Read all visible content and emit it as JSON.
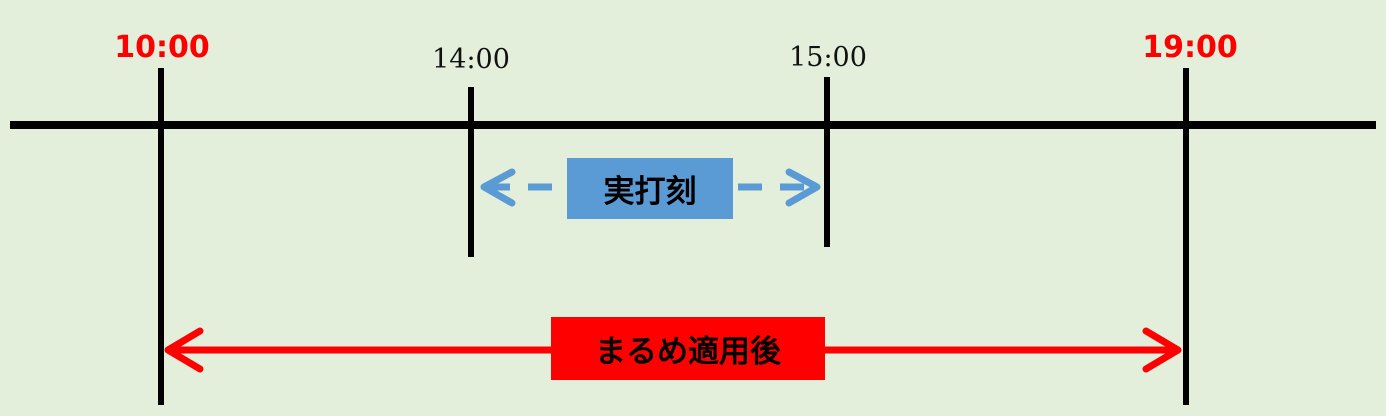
{
  "timeline": {
    "labels": [
      {
        "text": "10:00",
        "style": "strong"
      },
      {
        "text": "14:00",
        "style": "plain"
      },
      {
        "text": "15:00",
        "style": "plain"
      },
      {
        "text": "19:00",
        "style": "strong"
      }
    ]
  },
  "spans": {
    "actual": {
      "label": "実打刻",
      "color": "#5b9bd5"
    },
    "rounded": {
      "label": "まるめ適用後",
      "color": "#ff0000"
    }
  },
  "colors": {
    "background": "#e3efda",
    "axis": "#000000",
    "highlight_time": "#ff0000"
  }
}
